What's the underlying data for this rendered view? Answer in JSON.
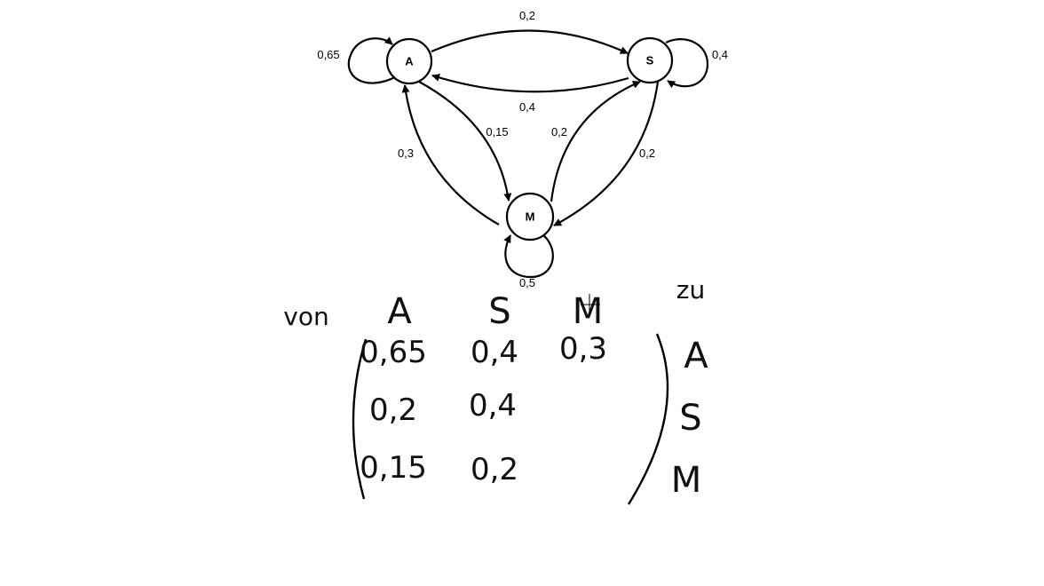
{
  "diagram": {
    "nodes": {
      "A": "A",
      "S": "S",
      "M": "M"
    },
    "edges": {
      "A_to_S": "0,2",
      "S_to_A": "0,4",
      "A_self": "0,65",
      "S_self": "0,4",
      "A_to_M": "0,15",
      "M_to_A": "0,3",
      "M_to_S": "0,2",
      "S_to_M": "0,2",
      "M_self": "0,5"
    }
  },
  "notes": {
    "from_label": "von",
    "to_label": "zu",
    "column_headers": [
      "A",
      "S",
      "M"
    ],
    "row_headers": [
      "A",
      "S",
      "M"
    ],
    "matrix": [
      [
        "0,65",
        "0,4",
        "0,3"
      ],
      [
        "0,2",
        "0,4",
        ""
      ],
      [
        "0,15",
        "0,2",
        ""
      ]
    ]
  }
}
